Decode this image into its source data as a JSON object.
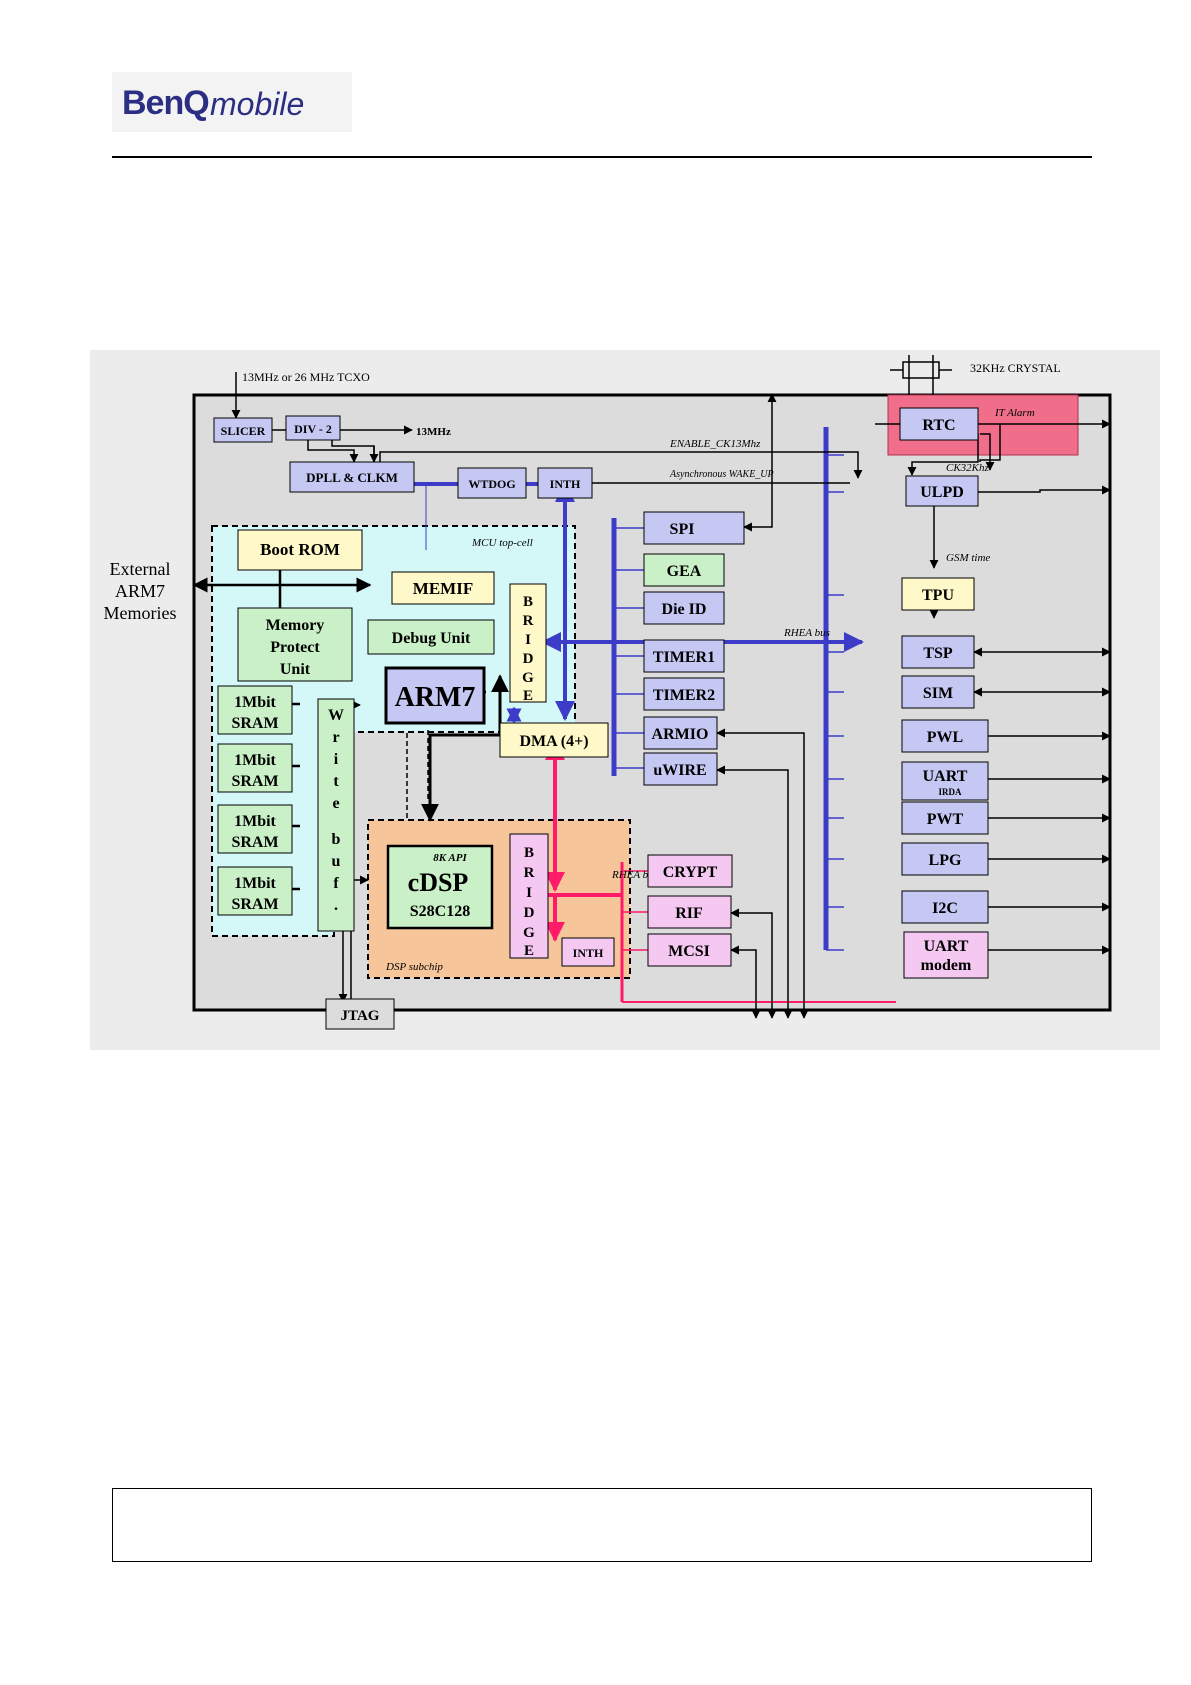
{
  "header": {
    "logo_brand": "BenQ",
    "logo_suffix": "mobile"
  },
  "diagram": {
    "inputs": {
      "tcxo": "13MHz or 26 MHz TCXO",
      "crystal": "32KHz CRYSTAL",
      "clk13": "13MHz",
      "external_memories": [
        "External",
        "ARM7",
        "Memories"
      ]
    },
    "signals": {
      "enable_ck13": "ENABLE_CK13Mhz",
      "async_wakeup": "Asynchronous WAKE_UP",
      "ck32": "CK32Khz",
      "gsm_time": "GSM time",
      "it_alarm": "IT Alarm",
      "rhea_bus": "RHEA  bus",
      "rhea_bus_dsp": "RHEA  bus"
    },
    "regions": {
      "mcu": "MCU top-cell",
      "dsp": "DSP subchip"
    },
    "blocks": {
      "slicer": "SLICER",
      "div2": "DIV - 2",
      "dpll": "DPLL & CLKM",
      "wtdog": "WTDOG",
      "inth": "INTH",
      "boot_rom": "Boot ROM",
      "memif": "MEMIF",
      "mpu": [
        "Memory",
        "Protect",
        "Unit"
      ],
      "debug_unit": "Debug Unit",
      "arm7": "ARM7",
      "bridge_mcu": [
        "B",
        "R",
        "I",
        "D",
        "G",
        "E"
      ],
      "write_buf": [
        "W",
        "r",
        "i",
        "t",
        "e",
        "b",
        "u",
        "f",
        "."
      ],
      "sram": [
        "1Mbit",
        "SRAM"
      ],
      "dma": "DMA (4+)",
      "cdsp": {
        "api": "8K API",
        "name": "cDSP",
        "part": "S28C128"
      },
      "bridge_dsp": [
        "B",
        "R",
        "I",
        "D",
        "G",
        "E"
      ],
      "inth_dsp": "INTH",
      "jtag": "JTAG",
      "spi": "SPI",
      "gea": "GEA",
      "die_id": "Die ID",
      "timer1": "TIMER1",
      "timer2": "TIMER2",
      "armio": "ARMIO",
      "uwire": "uWIRE",
      "crypt": "CRYPT",
      "rif": "RIF",
      "mcsi": "MCSI",
      "rtc": "RTC",
      "ulpd": "ULPD",
      "tpu": "TPU",
      "tsp": "TSP",
      "sim": "SIM",
      "pwl": "PWL",
      "uart_irda": {
        "name": "UART",
        "sub": "IRDA"
      },
      "pwt": "PWT",
      "lpg": "LPG",
      "i2c": "I2C",
      "uart_modem": [
        "UART",
        "modem"
      ]
    },
    "colors": {
      "chip_bg": "#dcdcdc",
      "mcu_bg": "#d4f7f7",
      "dsp_bg": "#f7c59a",
      "alarm_bg": "#f06e8a",
      "peripheral": "#c6c8f4",
      "memory": "#c9f0c6",
      "cream": "#fff8c8",
      "dsp_periph": "#f5c8f2",
      "bus_blue": "#3c3cc8",
      "bus_pink": "#ff1a6a"
    }
  }
}
